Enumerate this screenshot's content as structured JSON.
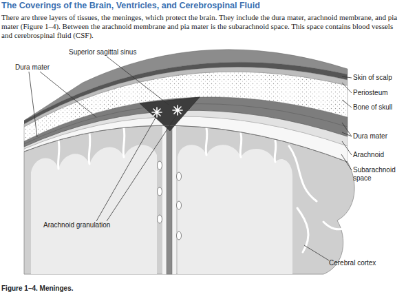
{
  "diagram": {
    "title": "The Coverings of the Brain, Ventricles, and Cerebrospinal Fluid",
    "caption": "Figure 1–4. Meninges.",
    "labels": [
      "There are three layers of tissues, the meninges, which protect the brain. They include the dura mater, arachnoid membrane, and pia mater (Figure 1–4). Between the arachnoid membrane and pia mater is the subarachnoid space. This space contains blood vessels and cerebrospinal fluid (CSF).",
      "Superior sagittal sinus",
      "Dura mater",
      "Skin of scalp",
      "Periosteum",
      "Bone of skull",
      "Dura mater",
      "Arachnoid",
      "Subarachnoid space",
      "Arachnoid granulation",
      "Cerebral cortex"
    ]
  }
}
